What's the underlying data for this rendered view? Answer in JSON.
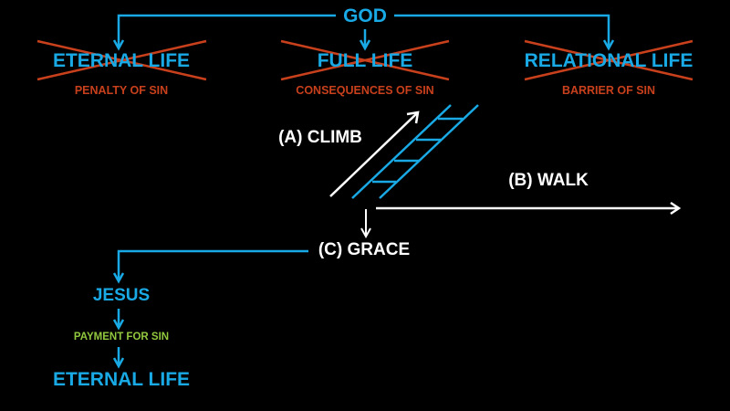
{
  "colors": {
    "background": "#000000",
    "primary_blue": "#19aae6",
    "cross_red": "#c8401c",
    "white": "#ffffff",
    "payment_green": "#92c83e"
  },
  "top": {
    "root": "GOD",
    "branches": [
      {
        "title": "ETERNAL LIFE",
        "subtitle": "PENALTY OF SIN",
        "crossed_out": true
      },
      {
        "title": "FULL LIFE",
        "subtitle": "CONSEQUENCES OF SIN",
        "crossed_out": true
      },
      {
        "title": "RELATIONAL LIFE",
        "subtitle": "BARRIER OF SIN",
        "crossed_out": true
      }
    ]
  },
  "options": {
    "climb": "(A) CLIMB",
    "walk": "(B) WALK",
    "grace": "(C) GRACE"
  },
  "path": {
    "jesus": "JESUS",
    "payment": "PAYMENT FOR SIN",
    "result": "ETERNAL LIFE"
  }
}
